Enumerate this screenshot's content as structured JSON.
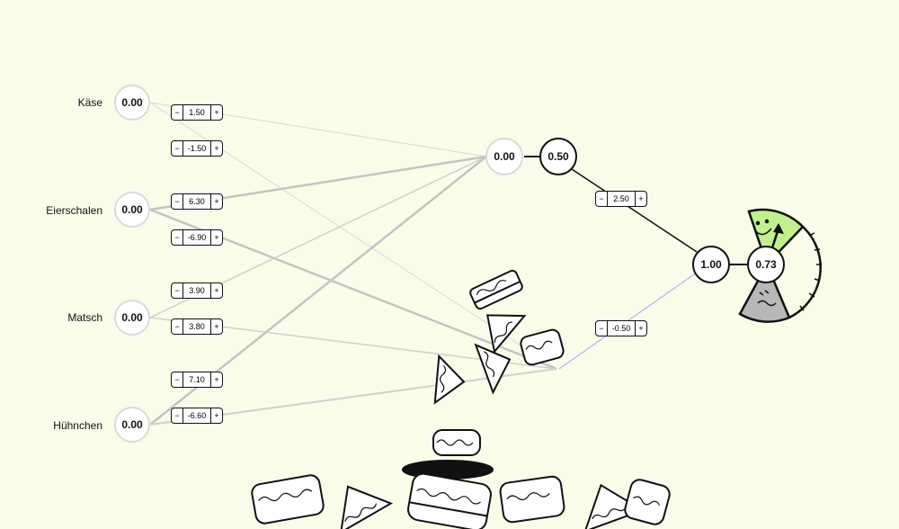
{
  "inputs": [
    {
      "label": "Käse",
      "value": "0.00"
    },
    {
      "label": "Eierschalen",
      "value": "0.00"
    },
    {
      "label": "Matsch",
      "value": "0.00"
    },
    {
      "label": "Hühnchen",
      "value": "0.00"
    }
  ],
  "hidden": {
    "a": "0.00",
    "b": "0.50",
    "c": "1.00"
  },
  "output": {
    "value": "0.73",
    "level": 0.73
  },
  "weights": [
    "1.50",
    "-1.50",
    "6.30",
    "-6.90",
    "3.90",
    "3.80",
    "7.10",
    "-6.60"
  ],
  "out_weights": [
    "2.50",
    "-0.50"
  ],
  "stepper": {
    "minus": "−",
    "plus": "+"
  },
  "colors": {
    "background": "#fafbe9",
    "good": "#c2f08f",
    "bad": "#b8b8b8",
    "negative_link": "#b5b5f0"
  },
  "icons": {
    "face_happy": "smile-face-icon",
    "face_sick": "sick-face-icon",
    "sandwich": "sandwich-icon"
  }
}
